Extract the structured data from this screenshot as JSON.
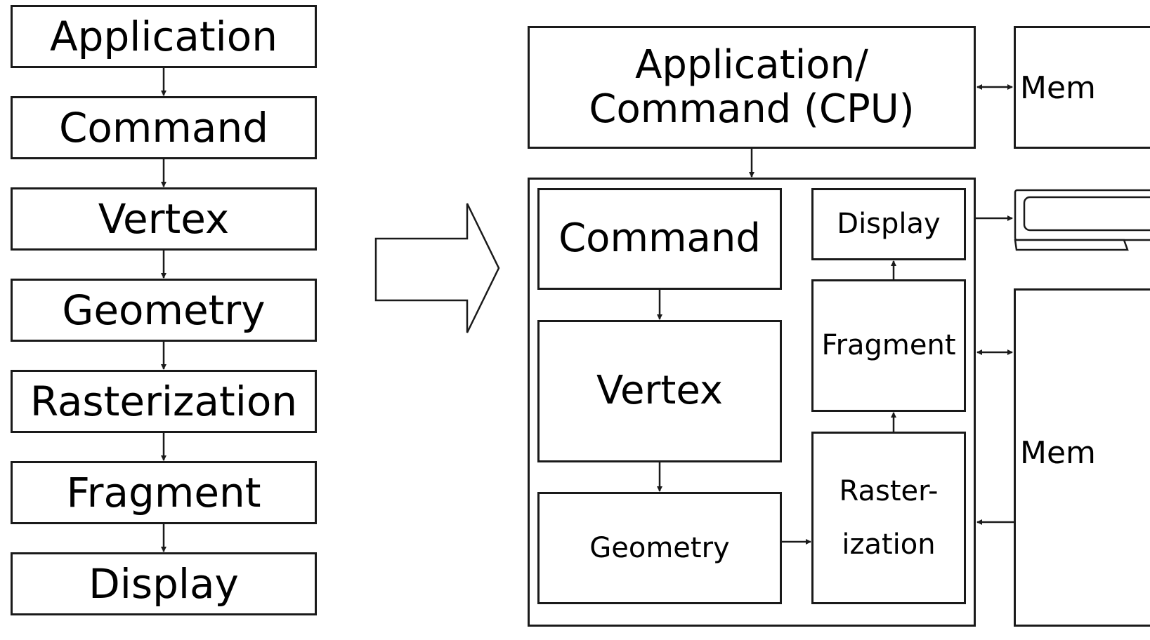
{
  "left_pipeline": {
    "stages": [
      "Application",
      "Command",
      "Vertex",
      "Geometry",
      "Rasterization",
      "Fragment",
      "Display"
    ]
  },
  "right_system": {
    "cpu_box": {
      "line1": "Application/",
      "line2": "Command (CPU)"
    },
    "gpu_stages": {
      "command": "Command",
      "vertex": "Vertex",
      "geometry": "Geometry",
      "display": "Display",
      "fragment": "Fragment",
      "raster_line1": "Raster-",
      "raster_line2": "ization"
    },
    "memory_top": "Mem",
    "memory_bottom": "Mem"
  },
  "icons": {
    "transform_arrow": "right-arrow-icon",
    "display_device": "laptop-icon"
  },
  "colors": {
    "stroke": "#1a1a1a",
    "fill": "#ffffff"
  }
}
